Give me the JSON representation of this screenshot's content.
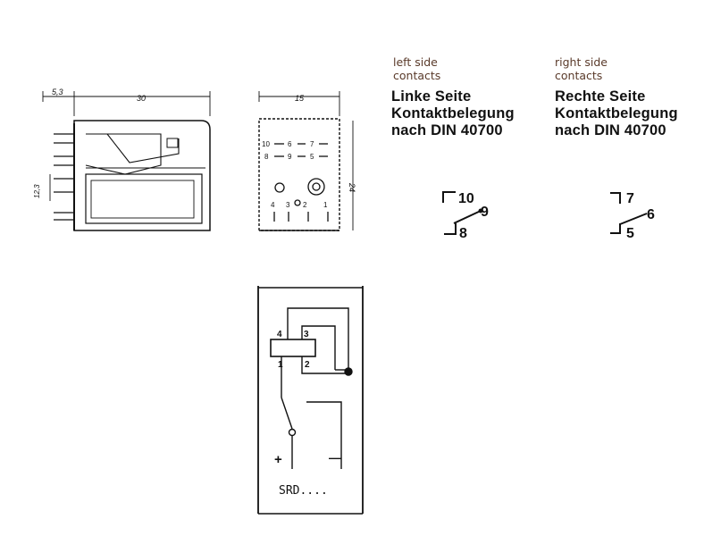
{
  "mechanical_drawing": {
    "dim_top_left": "5,3",
    "dim_top_width": "30",
    "dim_top_side": "15",
    "dim_height": "24",
    "dim_pin_spacing": "12,3",
    "pin_label_row1": [
      "10",
      "6",
      "7"
    ],
    "pin_label_row2": [
      "8",
      "9",
      "5"
    ],
    "bottom_pins": [
      "4",
      "3",
      "2",
      "1"
    ]
  },
  "left_contacts": {
    "note_line1": "left side",
    "note_line2": "contacts",
    "heading_line1": "Linke Seite",
    "heading_line2": "Kontaktbelegung",
    "heading_line3": "nach DIN 40700",
    "pin_top": "10",
    "pin_common": "9",
    "pin_bottom": "8"
  },
  "right_contacts": {
    "note_line1": "right side",
    "note_line2": "contacts",
    "heading_line1": "Rechte Seite",
    "heading_line2": "Kontaktbelegung",
    "heading_line3": "nach DIN 40700",
    "pin_top": "7",
    "pin_common": "6",
    "pin_bottom": "5"
  },
  "wiring_diagram": {
    "coil_pin_4": "4",
    "coil_pin_3": "3",
    "coil_pin_1": "1",
    "coil_pin_2": "2",
    "plus_label": "+",
    "minus_label": "—",
    "model_label": "SRD...."
  }
}
